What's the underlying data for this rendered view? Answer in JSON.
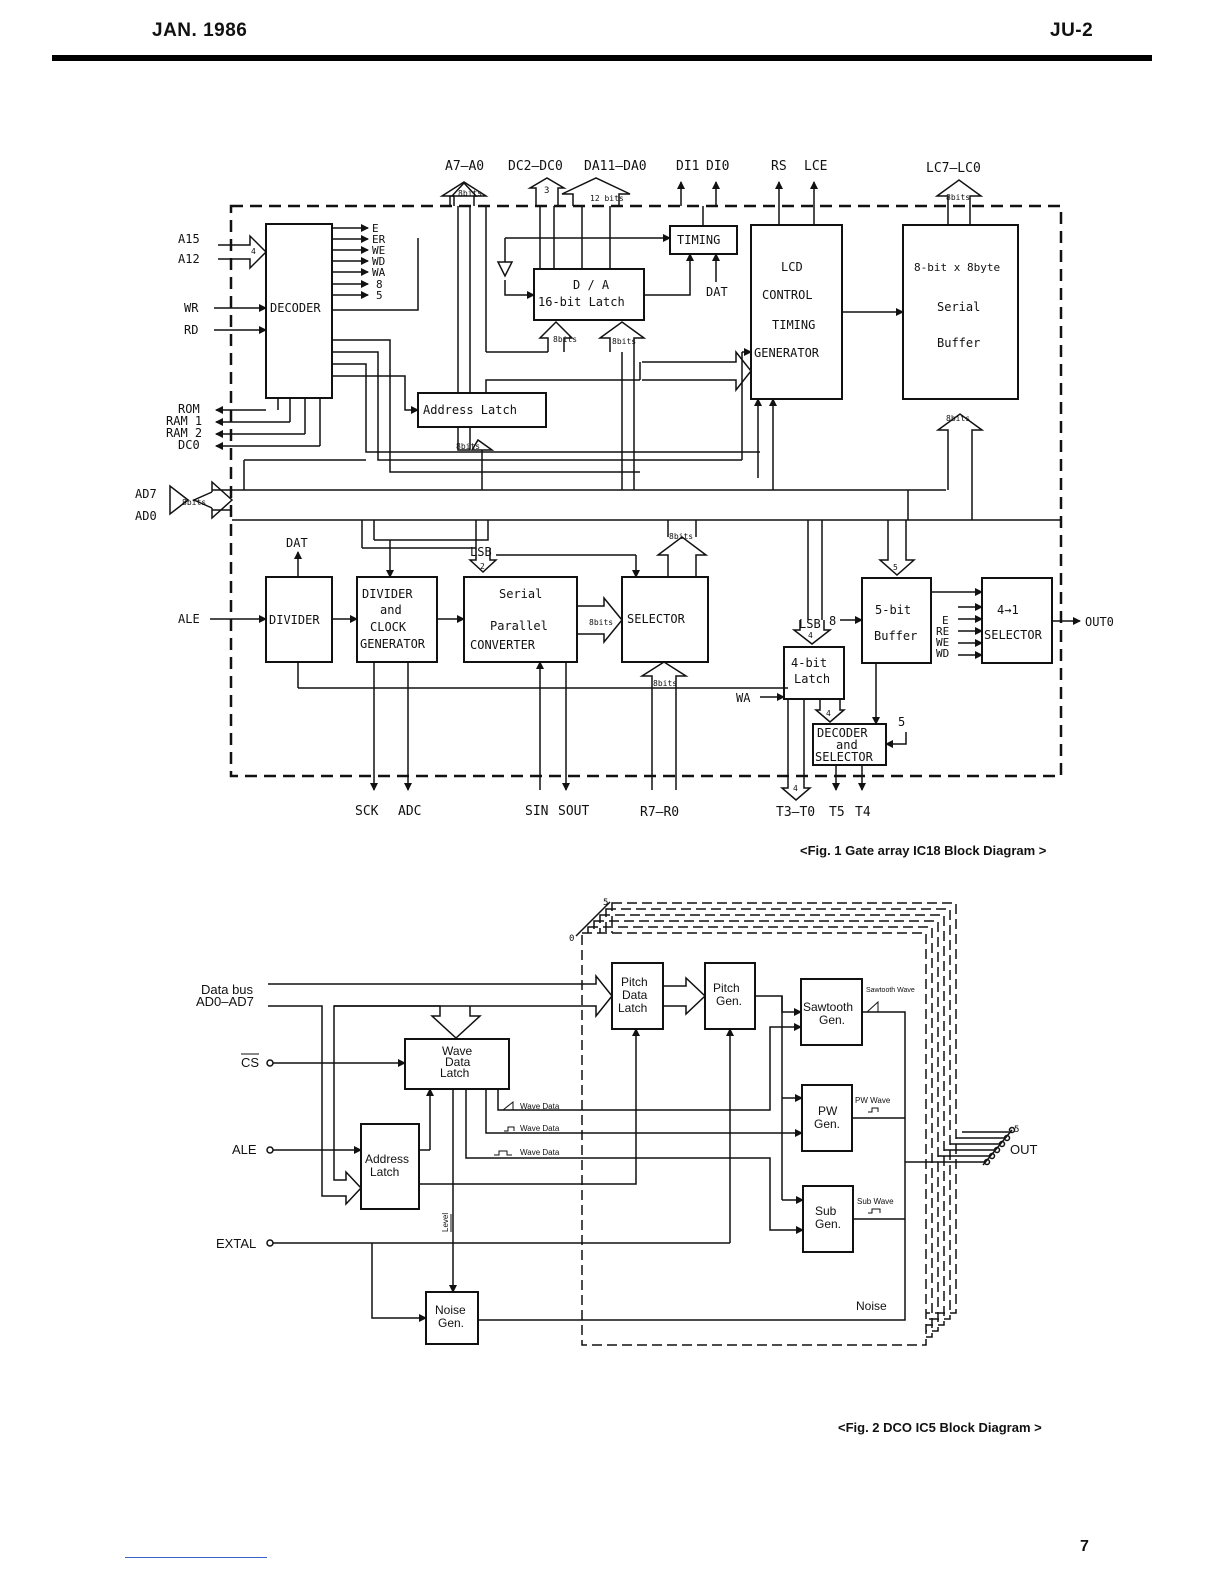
{
  "header": {
    "date": "JAN. 1986",
    "code": "JU-2"
  },
  "fig1": {
    "caption": "<Fig. 1  Gate array IC18 Block Diagram >",
    "blocks": {
      "decoder": "DECODER",
      "timing": "TIMING",
      "da_latch": [
        "D / A",
        "16-bit  Latch"
      ],
      "lcd": [
        "LCD",
        "CONTROL",
        "TIMING",
        "GENERATOR"
      ],
      "serial_buffer": [
        "8-bit x 8byte",
        "Serial",
        "Buffer"
      ],
      "address_latch": "Address  Latch",
      "divider": "DIVIDER",
      "divider_clock": [
        "DIVIDER",
        "and",
        "CLOCK",
        "GENERATOR"
      ],
      "sp_converter": [
        "Serial",
        "Parallel",
        "CONVERTER"
      ],
      "selector": "SELECTOR",
      "buf5": [
        "5-bit",
        "Buffer"
      ],
      "sel41": [
        "4→1",
        "SELECTOR"
      ],
      "latch4": [
        "4-bit",
        "Latch"
      ],
      "dec_sel": [
        "DECODER",
        "and",
        "SELECTOR"
      ]
    },
    "signals": {
      "top": [
        "A7–A0",
        "DC2–DC0",
        "DA11–DA0",
        "DI1",
        "DI0",
        "RS",
        "LCE",
        "LC7–LC0"
      ],
      "left": [
        "A15",
        "A12",
        "WR",
        "RD",
        "ROM",
        "RAM 1",
        "RAM 2",
        "DC0",
        "AD7",
        "AD0",
        "ALE"
      ],
      "decoder_out": [
        "E",
        "ER",
        "WE",
        "WD",
        "WA",
        "8",
        "5"
      ],
      "bottom": [
        "SCK",
        "ADC",
        "SIN",
        "SOUT",
        "R7–R0",
        "T3–T0",
        "T5",
        "T4"
      ],
      "misc": [
        "DAT",
        "DAT",
        "LSB",
        "LSB",
        "WA",
        "OUT0"
      ],
      "buf_out": [
        "E",
        "RE",
        "WE",
        "WD"
      ],
      "widths": [
        "8bits",
        "3",
        "12 bits",
        "4",
        "2",
        "5",
        "8",
        "5"
      ]
    }
  },
  "fig2": {
    "caption": "<Fig. 2  DCO IC5 Block Diagram >",
    "blocks": {
      "wave_latch": [
        "Wave",
        "Data",
        "Latch"
      ],
      "addr_latch": [
        "Address",
        "Latch"
      ],
      "pitch_latch": [
        "Pitch",
        "Data",
        "Latch"
      ],
      "pitch_gen": [
        "Pitch",
        "Gen."
      ],
      "saw_gen": [
        "Sawtooth",
        "Gen."
      ],
      "pw_gen": [
        "PW",
        "Gen."
      ],
      "sub_gen": [
        "Sub",
        "Gen."
      ],
      "noise_gen": [
        "Noise",
        "Gen."
      ]
    },
    "signals": {
      "data_bus": [
        "Data bus",
        "AD0–AD7"
      ],
      "cs": "CS",
      "ale": "ALE",
      "extal": "EXTAL",
      "out": "OUT",
      "level": "Level",
      "noise": "Noise",
      "wave_labels": [
        "Wave  Data",
        "Wave  Data",
        "Wave  Data"
      ],
      "gen_labels": [
        "Sawtooth Wave",
        "PW  Wave",
        "Sub Wave"
      ],
      "stack": [
        "5",
        "0"
      ]
    }
  },
  "page_number": "7"
}
